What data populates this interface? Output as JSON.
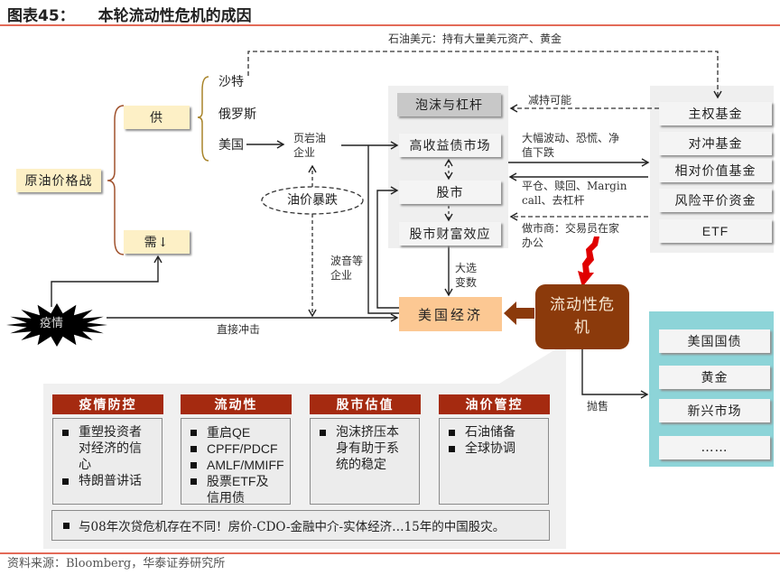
{
  "header": {
    "figure_label": "图表45：",
    "title": "本轮流动性危机的成因"
  },
  "left": {
    "oil_price_war": "原油价格战",
    "supply": "供",
    "demand": "需↓",
    "suppliers": [
      "沙特",
      "俄罗斯",
      "美国"
    ],
    "shale": "页岩油企业",
    "oil_crash": "油价暴跌",
    "boeing": "波音等企业",
    "pandemic": "疫情",
    "direct_impact": "直接冲击",
    "petrodollar": "石油美元：持有大量美元资产、黄金"
  },
  "middle": {
    "bubble": "泡沫与杠杆",
    "high_yield": "高收益债市场",
    "stock": "股市",
    "wealth_effect": "股市财富效应",
    "us_economy": "美国经济",
    "election": "大选变数"
  },
  "flows": {
    "reduce": "减持可能",
    "volatility": "大幅波动、恐慌、净值下跌",
    "deleverage": "平仓、赎回、Margin call、去杠杆",
    "market_maker": "做市商：交易员在家办公",
    "sell": "抛售"
  },
  "funds": [
    "主权基金",
    "对冲基金",
    "相对价值基金",
    "风险平价资金",
    "ETF"
  ],
  "crisis": "流动性危机",
  "safe_assets": [
    "美国国债",
    "黄金",
    "新兴市场",
    "……"
  ],
  "policy": [
    {
      "title": "疫情防控",
      "items": [
        "重塑投资者对经济的信心",
        "特朗普讲话"
      ]
    },
    {
      "title": "流动性",
      "items": [
        "重启QE",
        "CPFF/PDCF",
        "AMLF/MMIFF",
        "股票ETF及信用债"
      ]
    },
    {
      "title": "股市估值",
      "items": [
        "泡沫挤压本身有助于系统的稳定"
      ]
    },
    {
      "title": "油价管控",
      "items": [
        "石油储备",
        "全球协调"
      ]
    }
  ],
  "note": "与08年次贷危机存在不同！房价-CDO-金融中介-实体经济…15年的中国股灾。",
  "footer": "资料来源：Bloomberg，华泰证券研究所",
  "colors": {
    "accent_red": "#e36a58",
    "yellow_box": "#fdf0c6",
    "peach_box": "#fcc893",
    "crisis_brown": "#8b3a0b",
    "policy_header": "#a52a10",
    "teal_panel": "#8dd4d8",
    "lightning": "#e00000"
  }
}
